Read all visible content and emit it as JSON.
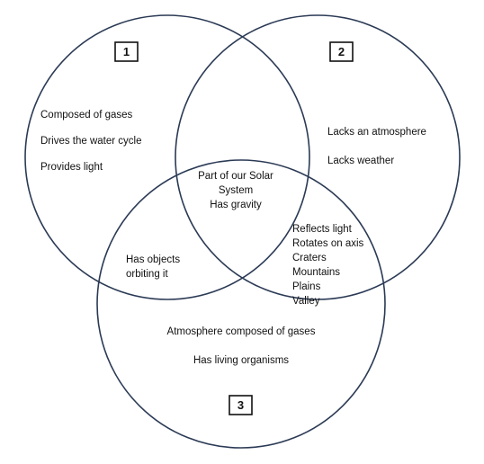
{
  "circles": [
    {
      "number": "1",
      "items": [
        "Composed of gases",
        "Drives the water cycle",
        "Provides light"
      ]
    },
    {
      "number": "2",
      "items": [
        "Lacks an atmosphere",
        "Lacks weather"
      ]
    },
    {
      "number": "3",
      "items": [
        "Atmosphere composed of gases",
        "Has living organisms"
      ]
    }
  ],
  "overlaps": {
    "center": [
      "Part of our Solar",
      "System",
      "Has gravity"
    ],
    "c1_c3": [
      "Has objects",
      "orbiting it"
    ],
    "c2_c3": [
      "Reflects light",
      "Rotates on axis",
      "Craters",
      "Mountains",
      "Plains",
      "Valley"
    ]
  },
  "colors": {
    "circle_stroke": "#2b3a55",
    "text": "#111111",
    "box_stroke": "#111111"
  }
}
